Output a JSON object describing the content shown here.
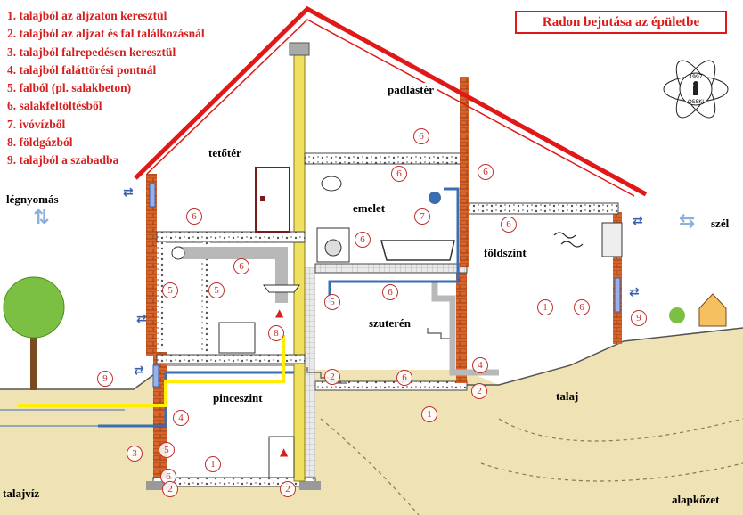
{
  "legend": [
    "1.  talajból az aljzaton keresztül",
    "2.  talajból az aljzat és fal találkozásnál",
    "3.  talajból falrepedésen keresztül",
    "4.  talajból faláttörési pontnál",
    "5.  falból (pl. salakbeton)",
    "6.  salakfeltöltésből",
    "7. ivóvízből",
    "8. földgázból",
    "9. talajból a szabadba"
  ],
  "title": "Radon bejutása az épületbe",
  "labels": {
    "padlaster": "padlástér",
    "tetoter": "tetőtér",
    "emelet": "emelet",
    "foldszint": "földszint",
    "szuteren": "szuterén",
    "pinceszint": "pinceszint",
    "talaj": "talaj",
    "talajviz": "talajvíz",
    "alapkozet": "alapkőzet",
    "legnyomas": "légnyomás",
    "szel": "szél"
  },
  "logo_text": {
    "top": "1997",
    "bottom": "OSSKI"
  },
  "markers": [
    "6",
    "6",
    "6",
    "6",
    "6",
    "6",
    "6",
    "6",
    "6",
    "6",
    "6",
    "5",
    "5",
    "5",
    "5",
    "7",
    "8",
    "9",
    "9",
    "1",
    "1",
    "1",
    "2",
    "2",
    "2",
    "2",
    "4",
    "4",
    "3"
  ],
  "colors": {
    "roof": "#e01818",
    "brick": "#d8642a",
    "ground": "#efe2b4",
    "pipe": "#b8b8b8",
    "gas": "#ffee00",
    "water": "#3a6eb0",
    "arrow": "#3a5ea8",
    "marker": "#c03030",
    "tree": "#7cc043"
  }
}
